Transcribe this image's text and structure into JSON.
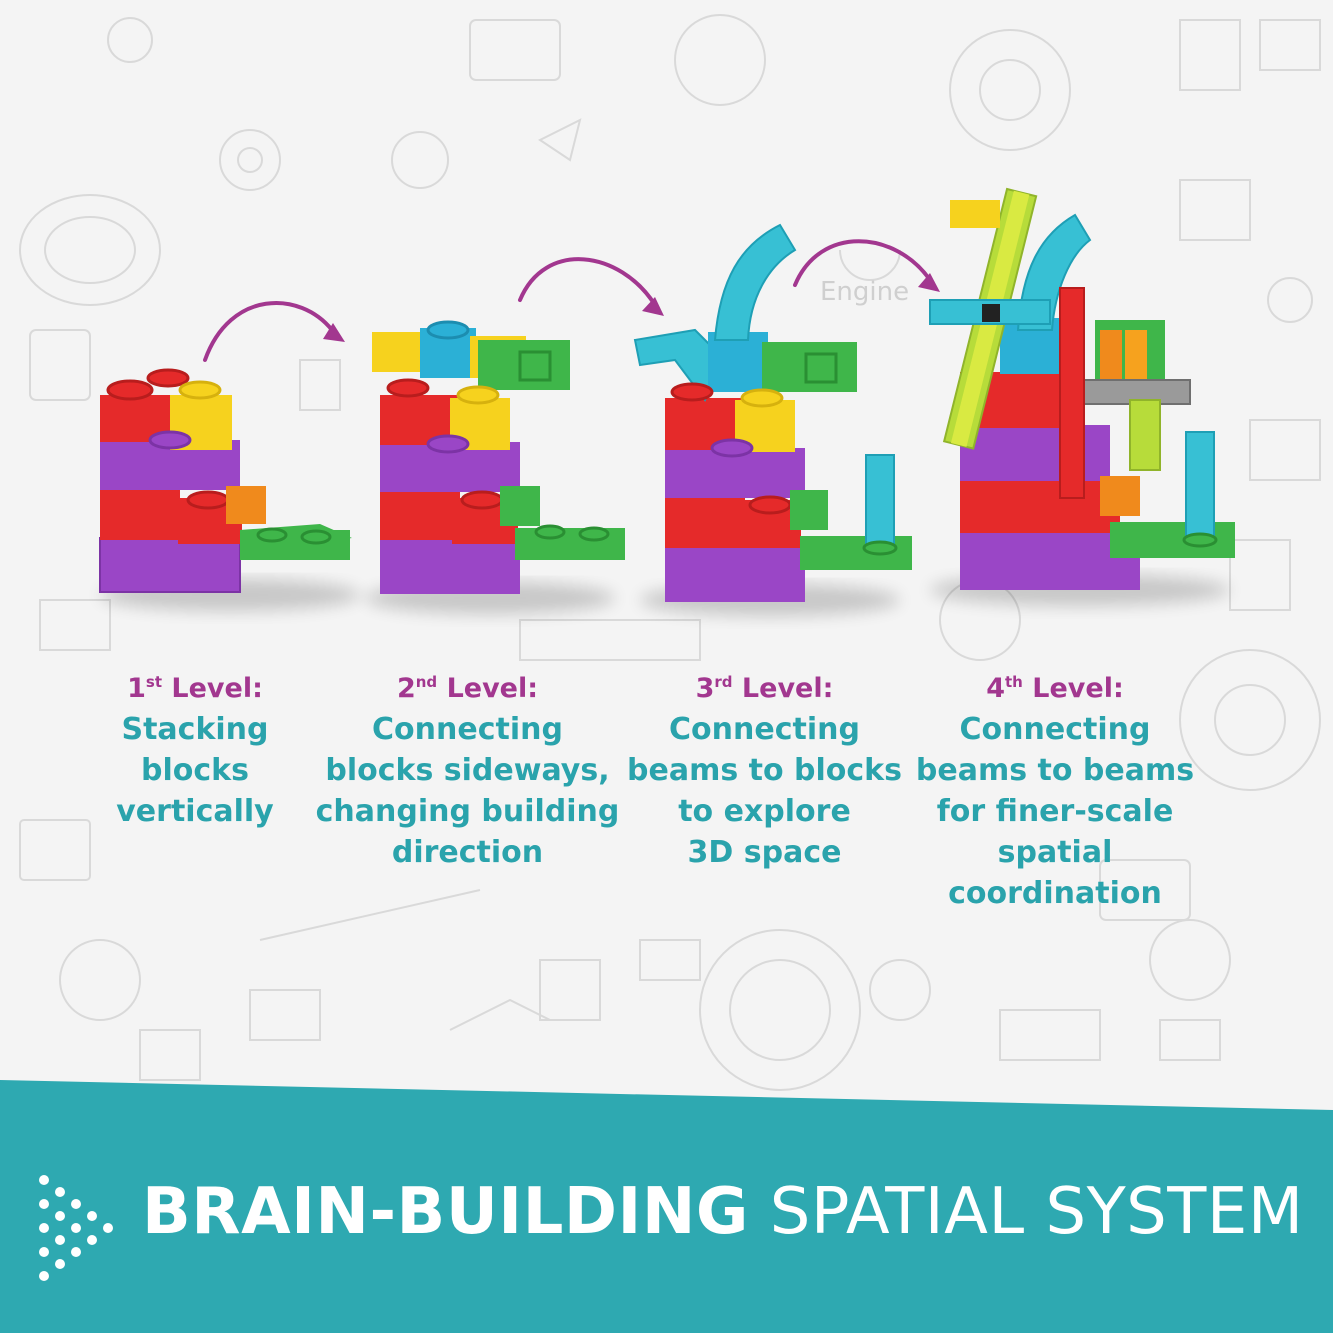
{
  "levels": [
    {
      "ordinal": "1",
      "suffix": "st",
      "label": "Level:",
      "description": "Stacking\nblocks\nvertically"
    },
    {
      "ordinal": "2",
      "suffix": "nd",
      "label": "Level:",
      "description": "Connecting\nblocks sideways,\nchanging building\ndirection"
    },
    {
      "ordinal": "3",
      "suffix": "rd",
      "label": "Level:",
      "description": "Connecting\nbeams to blocks\nto explore\n3D space"
    },
    {
      "ordinal": "4",
      "suffix": "th",
      "label": "Level:",
      "description": "Connecting\nbeams to beams\nfor finer-scale\nspatial\ncoordination"
    }
  ],
  "doodle_text": {
    "engine": "Engine"
  },
  "banner": {
    "bold_text": "BRAIN-BUILDING",
    "light_text": " SPATIAL SYSTEM"
  },
  "colors": {
    "level_heading": "#a2378f",
    "description": "#2aa3ac",
    "banner_bg": "#2ea9b1",
    "arrow": "#a2378f",
    "red": "#e52a2a",
    "purple": "#9a46c6",
    "yellow": "#f6d21e",
    "green": "#3fb64a",
    "blue": "#2bb0d6",
    "orange": "#f08a1c",
    "lime": "#b7dc3a",
    "gray": "#9a9a9a"
  },
  "icons": {
    "banner": "dotted-arrow-icon",
    "arrow": "curved-arrow-icon"
  }
}
